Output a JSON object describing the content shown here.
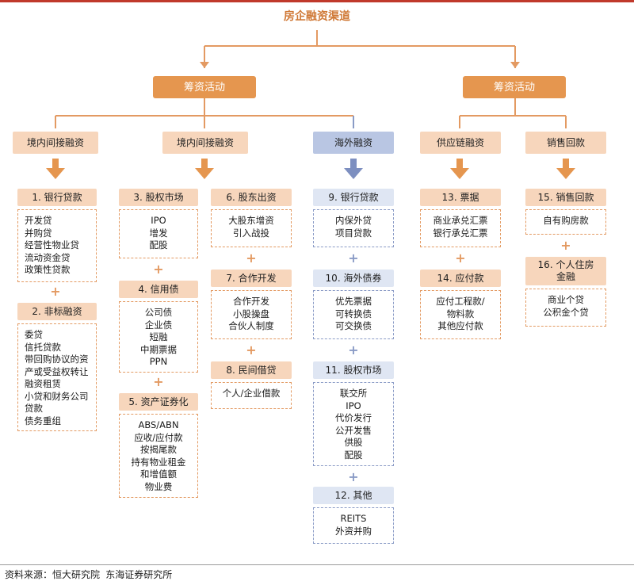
{
  "title": "房企融资渠道",
  "level1": {
    "left": "筹资活动",
    "right": "筹资活动"
  },
  "level2": [
    "境内间接融资",
    "境内间接融资",
    "海外融资",
    "供应链融资",
    "销售回款"
  ],
  "cards": {
    "c1": {
      "head": "1. 银行贷款",
      "items": [
        "开发贷",
        "并购贷",
        "经营性物业贷",
        "流动资金贷",
        "政策性贷款"
      ]
    },
    "c2": {
      "head": "2. 非标融资",
      "items": [
        "委贷",
        "信托贷款",
        "带回购协议的资",
        "产或受益权转让",
        "融资租赁",
        "小贷和财务公司",
        "贷款",
        "债务重组"
      ]
    },
    "c3": {
      "head": "3. 股权市场",
      "items": [
        "IPO",
        "增发",
        "配股"
      ]
    },
    "c4": {
      "head": "4. 信用债",
      "items": [
        "公司债",
        "企业债",
        "短融",
        "中期票据",
        "PPN"
      ]
    },
    "c5": {
      "head": "5. 资产证券化",
      "items": [
        "ABS/ABN",
        "应收/应付款",
        "按揭尾款",
        "持有物业租金",
        "和增值额",
        "物业费"
      ]
    },
    "c6": {
      "head": "6. 股东出资",
      "items": [
        "大股东增资",
        "引入战投"
      ]
    },
    "c7": {
      "head": "7. 合作开发",
      "items": [
        "合作开发",
        "小股操盘",
        "合伙人制度"
      ]
    },
    "c8": {
      "head": "8. 民间借贷",
      "items": [
        "个人/企业借款"
      ]
    },
    "c9": {
      "head": "9. 银行贷款",
      "items": [
        "内保外贷",
        "项目贷款"
      ]
    },
    "c10": {
      "head": "10. 海外债券",
      "items": [
        "优先票据",
        "可转换债",
        "可交换债"
      ]
    },
    "c11": {
      "head": "11. 股权市场",
      "items": [
        "联交所",
        "IPO",
        "代价发行",
        "公开发售",
        "供股",
        "配股"
      ]
    },
    "c12": {
      "head": "12. 其他",
      "items": [
        "REITS",
        "外资并购"
      ]
    },
    "c13": {
      "head": "13. 票据",
      "items": [
        "商业承兑汇票",
        "银行承兑汇票"
      ]
    },
    "c14": {
      "head": "14. 应付款",
      "items": [
        "应付工程款/",
        "物料款",
        "其他应付款"
      ]
    },
    "c15": {
      "head": "15. 销售回款",
      "items": [
        "自有购房款"
      ]
    },
    "c16": {
      "head": "16. 个人住房\n金融",
      "items": [
        "商业个贷",
        "公积金个贷"
      ]
    }
  },
  "plus": "+",
  "source": "资料来源：恒大研究院  东海证券研究所",
  "colors": {
    "accent": "#e5964f",
    "peach": "#f7d6bc",
    "blue": "#b9c6e3",
    "title": "#d07a38"
  }
}
